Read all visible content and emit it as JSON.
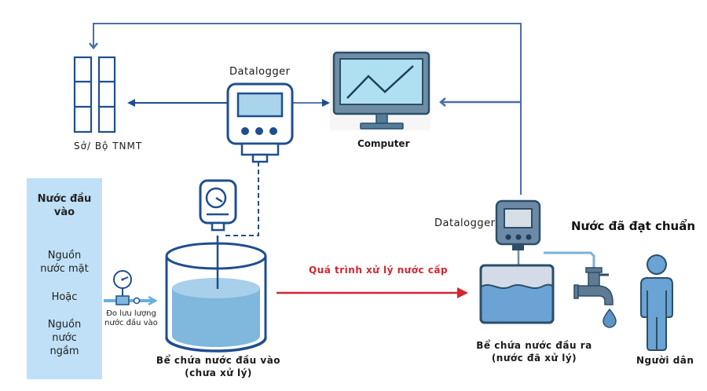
{
  "colors": {
    "primary_blue": "#1f4e8f",
    "feedback_line": "#4a6ea8",
    "red_process": "#d32630",
    "source_panel": "#bfe0f6",
    "water_light": "#a8d0ea",
    "water_mid": "#7fb7dd",
    "screen": "#a9d4ec",
    "device_grey": "#6c8aa6"
  },
  "source": {
    "title_line1": "Nước đầu",
    "title_line2": "vào",
    "option1_line1": "Nguồn",
    "option1_line2": "nước mặt",
    "connector": "Hoặc",
    "option2_line1": "Nguồn",
    "option2_line2": "nước",
    "option2_line3": "ngầm"
  },
  "flow_meter": {
    "label_line1": "Đo lưu lượng",
    "label_line2": "nước đầu vào"
  },
  "agency": {
    "label": "Sở/ Bộ TNMT",
    "icon": "building-icon"
  },
  "datalogger_top": {
    "label": "Datalogger",
    "icon": "datalogger-icon"
  },
  "computer": {
    "label": "Computer",
    "icon": "monitor-chart-icon"
  },
  "input_tank": {
    "label_line1": "Bể chứa nước đầu vào",
    "label_line2": "(chưa xử lý)",
    "sensor_icon": "gauge-sensor-icon"
  },
  "process": {
    "label": "Quá trình xử lý nước cấp"
  },
  "datalogger_bottom": {
    "label": "Datalogger"
  },
  "output_tank": {
    "label_line1": "Bể chứa nước đầu ra",
    "label_line2": "(nước đã xử lý)"
  },
  "standard": {
    "label": "Nước đã đạt chuẩn",
    "tap_icon": "faucet-icon",
    "drop_icon": "water-drop-icon"
  },
  "citizen": {
    "label": "Người dân",
    "icon": "person-icon"
  }
}
